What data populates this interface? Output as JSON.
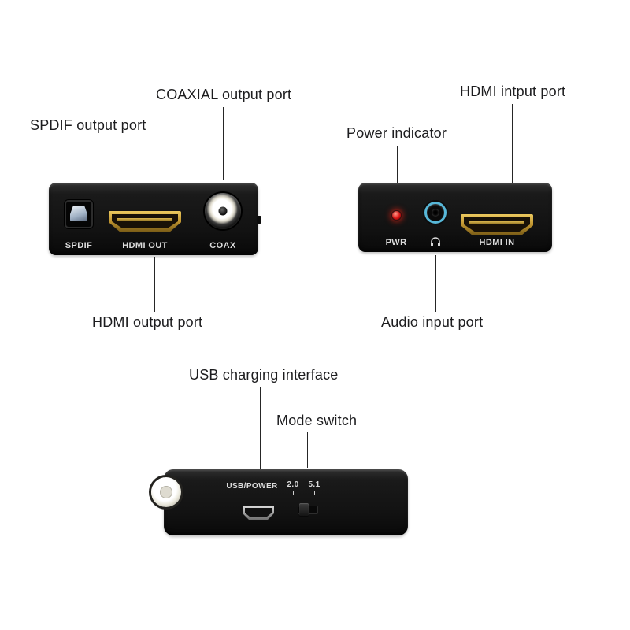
{
  "callouts": {
    "coaxial_output": "COAXIAL output port",
    "spdif_output": "SPDIF output port",
    "hdmi_input": "HDMI intput port",
    "power_indicator": "Power indicator",
    "hdmi_output": "HDMI output port",
    "audio_input": "Audio input port",
    "usb_charging": "USB charging interface",
    "mode_switch": "Mode switch"
  },
  "device_output_panel": {
    "spdif_label": "SPDIF",
    "hdmi_out_label": "HDMI OUT",
    "coax_label": "COAX"
  },
  "device_input_panel": {
    "pwr_label": "PWR",
    "hdmi_in_label": "HDMI IN",
    "audio_icon": "headphone-icon"
  },
  "device_side_panel": {
    "usb_power_label": "USB/POWER",
    "mode_20_label": "2.0",
    "mode_51_label": "5.1"
  },
  "colors": {
    "device_body": "#141414",
    "hdmi_gold": "#c09530",
    "led_red": "#e01616",
    "jack_ring_blue": "#57b7d8",
    "callout_text": "#1d1d1f",
    "port_text": "#dcdcdc"
  }
}
